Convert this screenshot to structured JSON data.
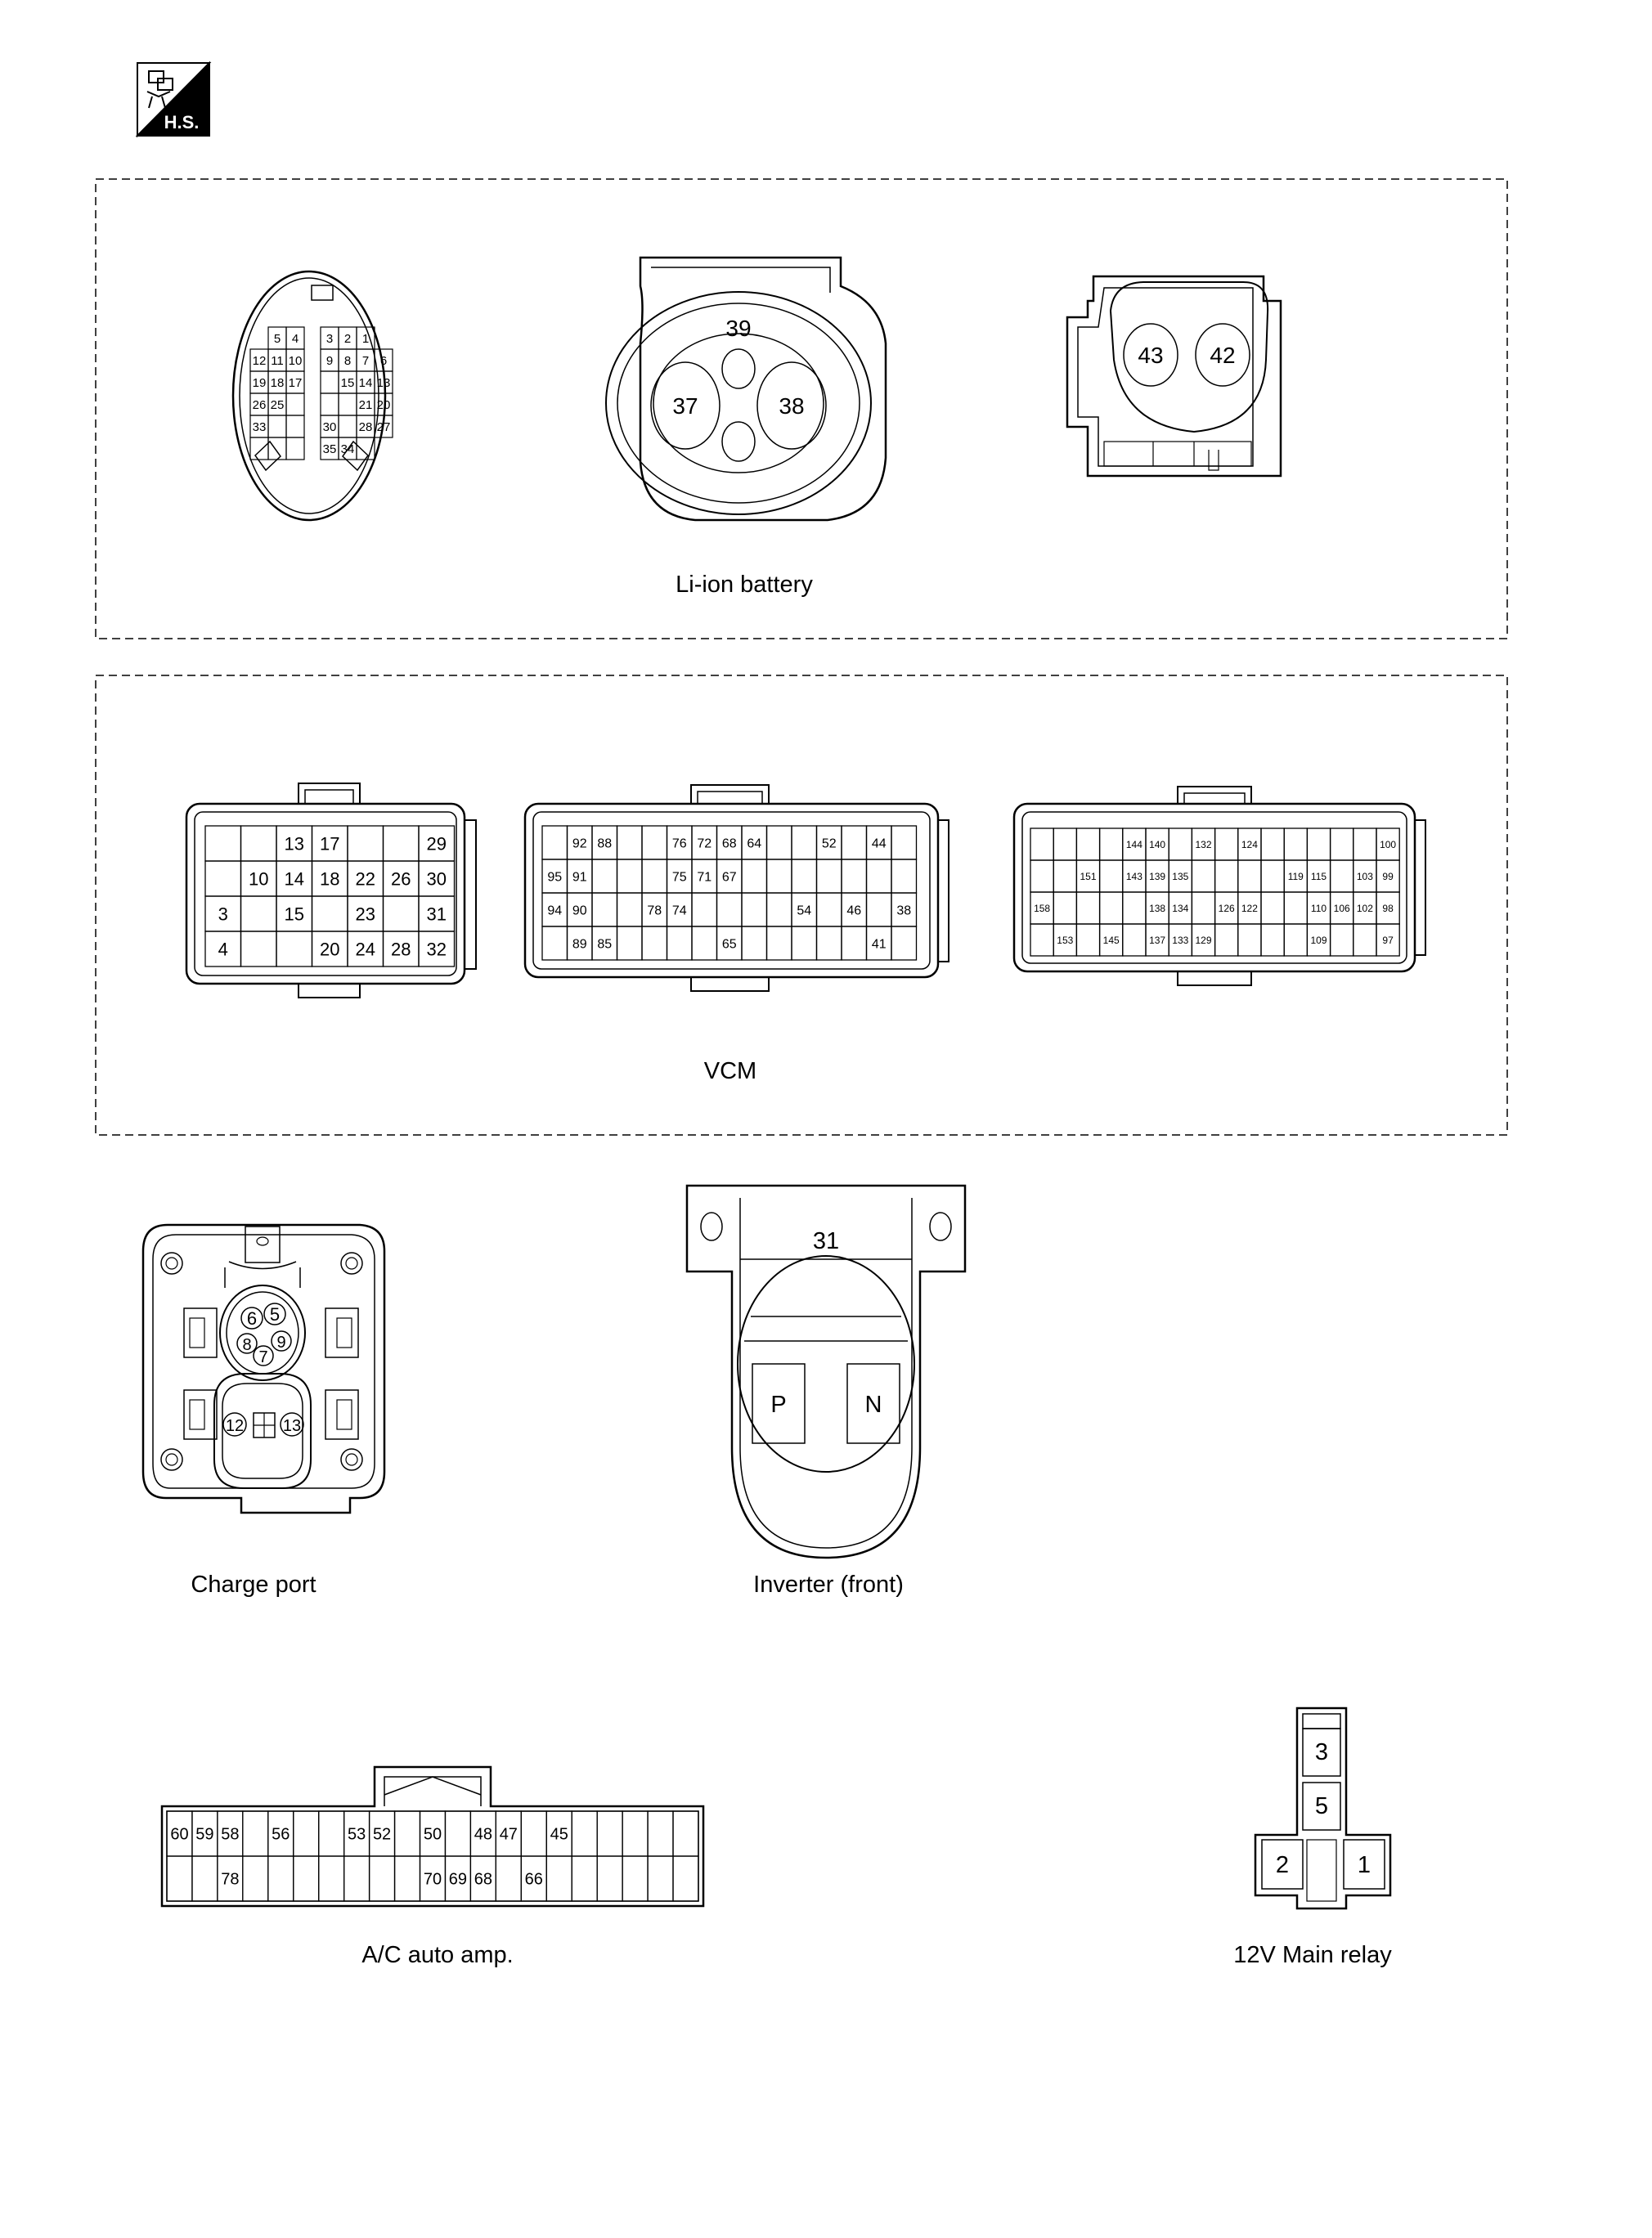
{
  "page": {
    "badge_text": "H.S.",
    "colors": {
      "line": "#000000",
      "background": "#ffffff",
      "badge": "#000000"
    },
    "icons": {
      "badge": "harness-side-icon"
    }
  },
  "groups": [
    {
      "id": "li-ion",
      "label": "Li-ion battery"
    },
    {
      "id": "vcm",
      "label": "VCM"
    }
  ],
  "connectors": {
    "li_ion_signal": {
      "cells": [
        [
          "5",
          "4",
          "",
          "3",
          "2",
          "1"
        ],
        [
          "12",
          "11",
          "10",
          "9",
          "8",
          "7",
          "6"
        ],
        [
          "19",
          "18",
          "17",
          "",
          "15",
          "14",
          "13"
        ],
        [
          "26",
          "25",
          "",
          "",
          "",
          "21",
          "20"
        ],
        [
          "33",
          "",
          "",
          "30",
          "",
          "28",
          "27"
        ],
        [
          "",
          "",
          "",
          "35",
          "34",
          ""
        ]
      ]
    },
    "li_ion_power": {
      "top": "39",
      "left": "37",
      "right": "38"
    },
    "li_ion_hv": {
      "left": "43",
      "right": "42"
    },
    "vcm_a": {
      "rows": [
        [
          "",
          "",
          "13",
          "17",
          "",
          "",
          "29"
        ],
        [
          "",
          "10",
          "14",
          "18",
          "22",
          "26",
          "30"
        ],
        [
          "3",
          "",
          "15",
          "",
          "23",
          "",
          "31"
        ],
        [
          "4",
          "",
          "",
          "20",
          "24",
          "28",
          "32"
        ]
      ]
    },
    "vcm_b": {
      "rows": [
        [
          "",
          "92",
          "88",
          "",
          "",
          "76",
          "72",
          "68",
          "64",
          "",
          "",
          "52",
          "",
          "44",
          ""
        ],
        [
          "95",
          "91",
          "",
          "",
          "",
          "75",
          "71",
          "67",
          "",
          "",
          "",
          "",
          "",
          "",
          ""
        ],
        [
          "94",
          "90",
          "",
          "",
          "78",
          "74",
          "",
          "",
          "",
          "",
          "54",
          "",
          "46",
          "",
          "38"
        ],
        [
          "",
          "89",
          "85",
          "",
          "",
          "",
          "",
          "65",
          "",
          "",
          "",
          "",
          "",
          "41",
          ""
        ]
      ]
    },
    "vcm_c": {
      "rows": [
        [
          "",
          "",
          "",
          "",
          "144",
          "140",
          "",
          "132",
          "",
          "124",
          "",
          "",
          "",
          "",
          "",
          "100"
        ],
        [
          "",
          "",
          "151",
          "",
          "143",
          "139",
          "135",
          "",
          "",
          "",
          "",
          "119",
          "115",
          "",
          "103",
          "99"
        ],
        [
          "158",
          "",
          "",
          "",
          "",
          "138",
          "134",
          "",
          "126",
          "122",
          "",
          "",
          "110",
          "106",
          "102",
          "98"
        ],
        [
          "",
          "153",
          "",
          "145",
          "",
          "137",
          "133",
          "129",
          "",
          "",
          "",
          "",
          "109",
          "",
          "",
          "97"
        ]
      ]
    },
    "charge_port": {
      "label": "Charge port",
      "pins": [
        "6",
        "5",
        "8",
        "9",
        "7",
        "12",
        "13"
      ]
    },
    "inverter_front": {
      "label": "Inverter (front)",
      "pin_no": "31",
      "left": "P",
      "right": "N"
    },
    "ac_auto_amp": {
      "label": "A/C auto amp.",
      "rows": [
        [
          "60",
          "59",
          "58",
          "",
          "56",
          "",
          "",
          "53",
          "52",
          "",
          "50",
          "",
          "48",
          "47",
          "",
          "45",
          "",
          "",
          "",
          "",
          ""
        ],
        [
          "",
          "",
          "78",
          "",
          "",
          "",
          "",
          "",
          "",
          "",
          "70",
          "69",
          "68",
          "",
          "66",
          "",
          "",
          "",
          "",
          "",
          ""
        ]
      ]
    },
    "main_relay": {
      "label": "12V Main relay",
      "pins": {
        "p3": "3",
        "p5": "5",
        "p2": "2",
        "p1": "1"
      }
    }
  }
}
